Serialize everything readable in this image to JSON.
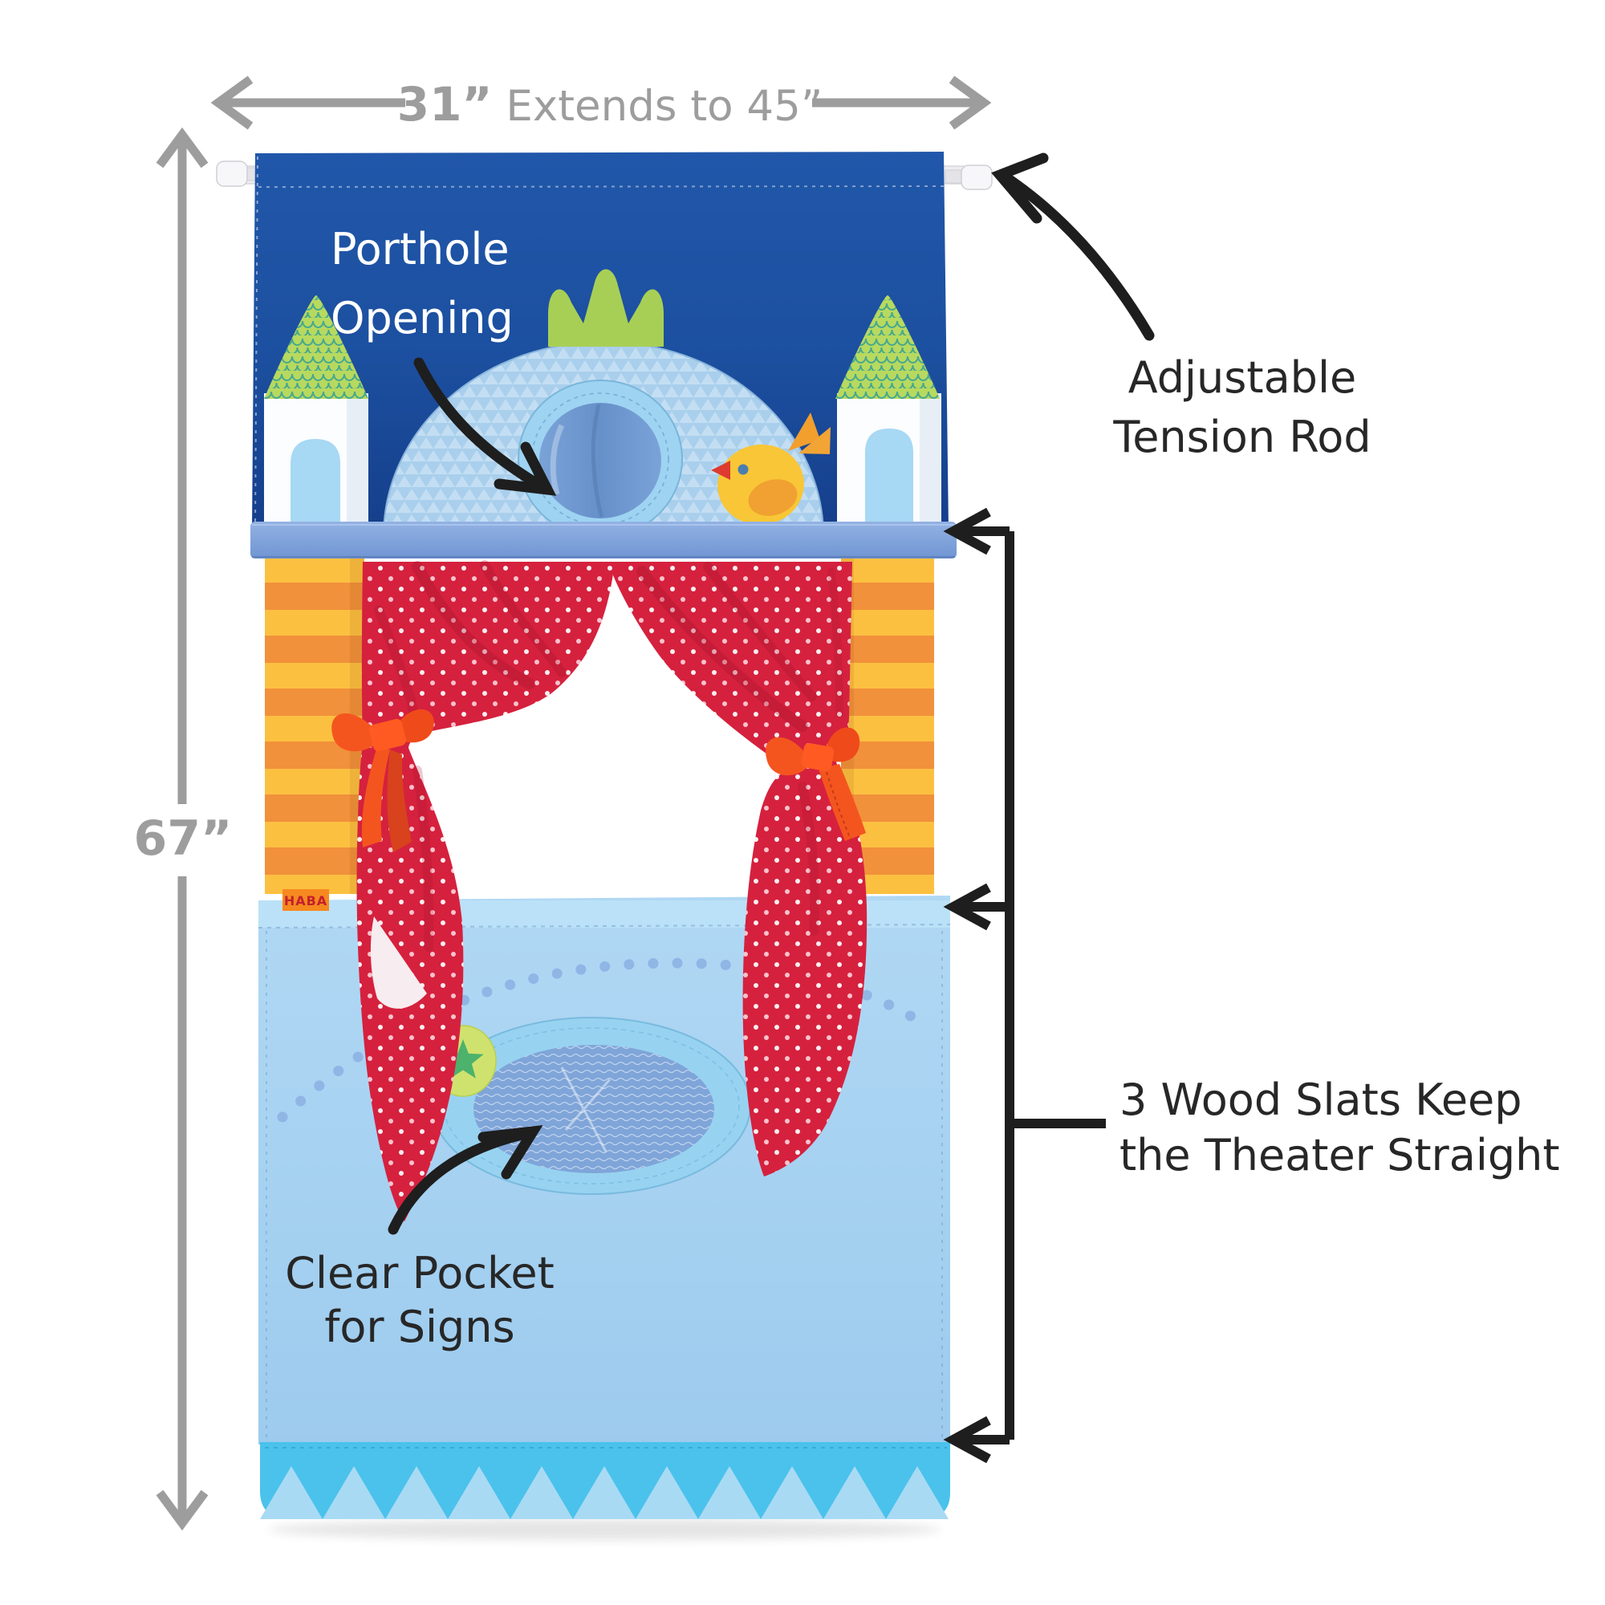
{
  "annotations": {
    "width": {
      "primary": "31”",
      "secondary": " Extends to 45”"
    },
    "height": "67”",
    "tension_rod": {
      "line1": "Adjustable",
      "line2": "Tension Rod"
    },
    "porthole": {
      "line1": "Porthole",
      "line2": "Opening"
    },
    "wood_slats": {
      "line1": "3 Wood Slats Keep",
      "line2": "the Theater Straight"
    },
    "clear_pocket": {
      "line1": "Clear Pocket",
      "line2": "for Signs"
    }
  },
  "product": {
    "brand_tag": "HABA",
    "colors": {
      "top_panel_blue": "#1c4f9f",
      "dome_blue": "#a9cfec",
      "curtain_red": "#d5213e",
      "ribbon_orange": "#f4551f",
      "stripe_orange": "#f1913b",
      "stripe_yellow": "#fcc041",
      "ledge_blue": "#7ba0d8",
      "lower_panel_blue": "#abd5f3",
      "hem_cyan": "#4ac2ec",
      "crown_green": "#a8cf55",
      "star_green": "#4cb26c",
      "annotation_gray": "#9d9d9d",
      "annotation_black": "#1e1e1e"
    }
  }
}
